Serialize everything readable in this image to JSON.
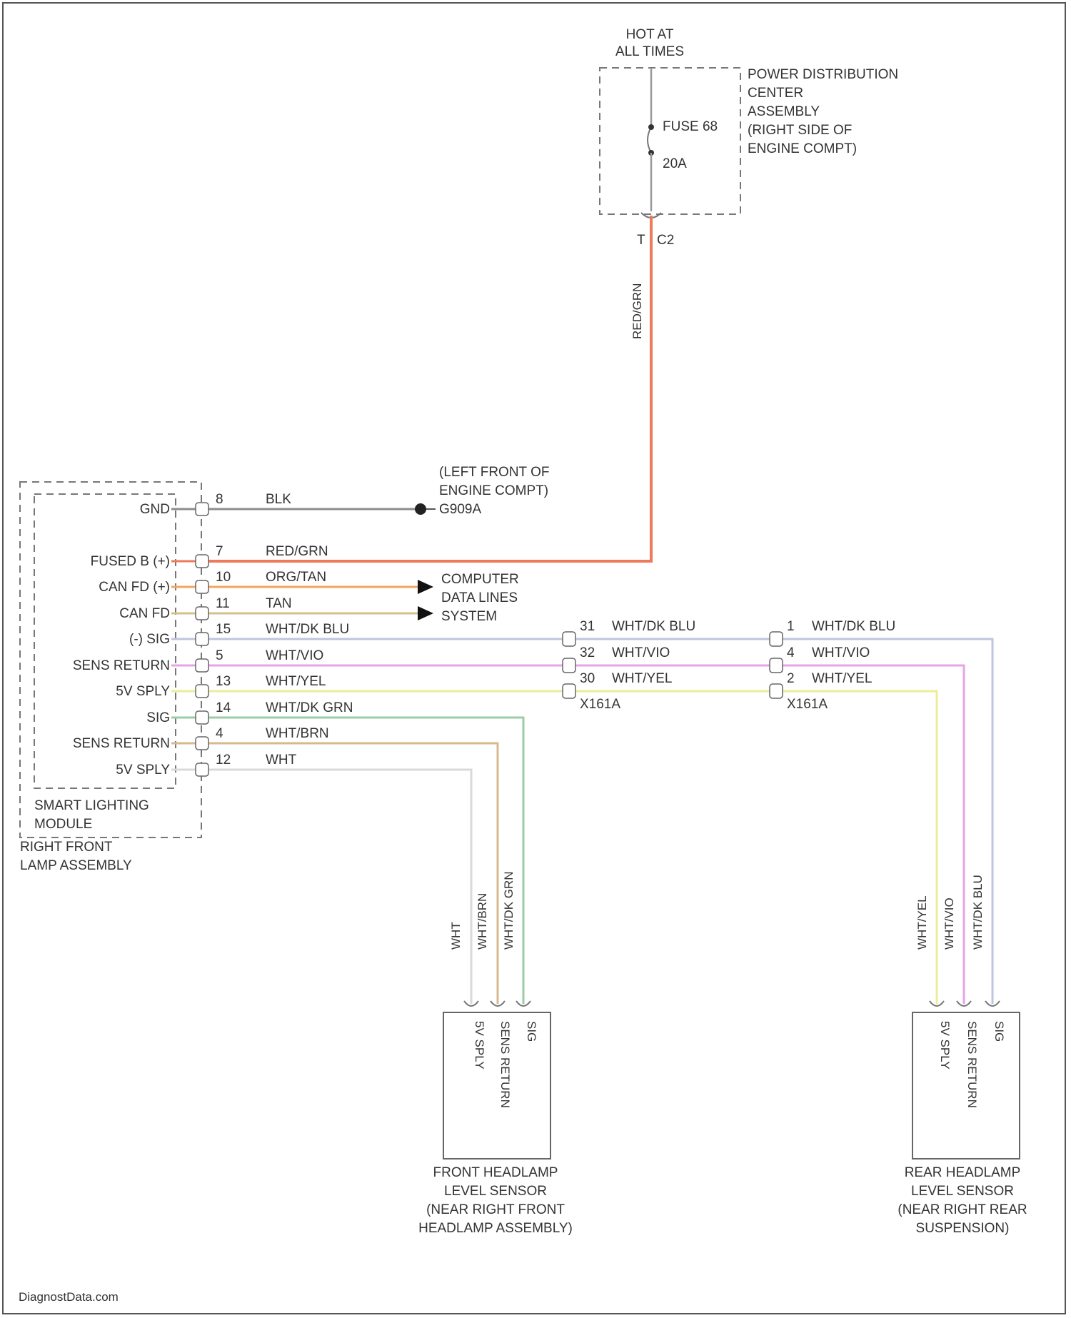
{
  "power": {
    "hot_label_1": "HOT AT",
    "hot_label_2": "ALL TIMES",
    "pdc_lines": [
      "POWER DISTRIBUTION",
      "CENTER",
      "ASSEMBLY",
      "(RIGHT SIDE OF",
      "ENGINE COMPT)"
    ],
    "fuse_name": "FUSE 68",
    "fuse_rating": "20A",
    "out_pin": "T",
    "out_conn": "C2",
    "feed_wire": "RED/GRN"
  },
  "ground": {
    "loc_1": "(LEFT FRONT OF",
    "loc_2": "ENGINE COMPT)",
    "id": "G909A"
  },
  "data_lines": [
    "COMPUTER",
    "DATA LINES",
    "SYSTEM"
  ],
  "module": {
    "name_1": "SMART LIGHTING",
    "name_2": "MODULE",
    "assy_1": "RIGHT FRONT",
    "assy_2": "LAMP ASSEMBLY",
    "pins": [
      {
        "label": "GND",
        "pin": "8",
        "wire": "BLK",
        "color": "#8c8c8c"
      },
      {
        "label": "FUSED B (+)",
        "pin": "7",
        "wire": "RED/GRN",
        "color": "#ee7a5a"
      },
      {
        "label": "CAN FD (+)",
        "pin": "10",
        "wire": "ORG/TAN",
        "color": "#f5a55c"
      },
      {
        "label": "CAN FD",
        "pin": "11",
        "wire": "TAN",
        "color": "#d4c08a"
      },
      {
        "label": "(-) SIG",
        "pin": "15",
        "wire": "WHT/DK BLU",
        "color": "#bcc6dd"
      },
      {
        "label": "SENS RETURN",
        "pin": "5",
        "wire": "WHT/VIO",
        "color": "#e7a3e7"
      },
      {
        "label": "5V SPLY",
        "pin": "13",
        "wire": "WHT/YEL",
        "color": "#ecec9a"
      },
      {
        "label": "SIG",
        "pin": "14",
        "wire": "WHT/DK GRN",
        "color": "#9ccca5"
      },
      {
        "label": "SENS RETURN",
        "pin": "4",
        "wire": "WHT/BRN",
        "color": "#d7b98f"
      },
      {
        "label": "5V SPLY",
        "pin": "12",
        "wire": "WHT",
        "color": "#d9d9d9"
      }
    ]
  },
  "connector_1": {
    "id": "X161A",
    "rows": [
      {
        "pin": "31",
        "wire": "WHT/DK BLU"
      },
      {
        "pin": "32",
        "wire": "WHT/VIO"
      },
      {
        "pin": "30",
        "wire": "WHT/YEL"
      }
    ]
  },
  "connector_2": {
    "id": "X161A",
    "rows": [
      {
        "pin": "1",
        "wire": "WHT/DK BLU"
      },
      {
        "pin": "4",
        "wire": "WHT/VIO"
      },
      {
        "pin": "2",
        "wire": "WHT/YEL"
      }
    ]
  },
  "front_sensor": {
    "wires": [
      "WHT",
      "WHT/BRN",
      "WHT/DK GRN"
    ],
    "pins": [
      "5V SPLY",
      "SENS RETURN",
      "SIG"
    ],
    "name": [
      "FRONT HEADLAMP",
      "LEVEL SENSOR",
      "(NEAR RIGHT FRONT",
      "HEADLAMP ASSEMBLY)"
    ]
  },
  "rear_sensor": {
    "wires": [
      "WHT/YEL",
      "WHT/VIO",
      "WHT/DK BLU"
    ],
    "pins": [
      "5V SPLY",
      "SENS RETURN",
      "SIG"
    ],
    "name": [
      "REAR HEADLAMP",
      "LEVEL SENSOR",
      "(NEAR RIGHT REAR",
      "SUSPENSION)"
    ]
  },
  "footer": "DiagnostData.com"
}
